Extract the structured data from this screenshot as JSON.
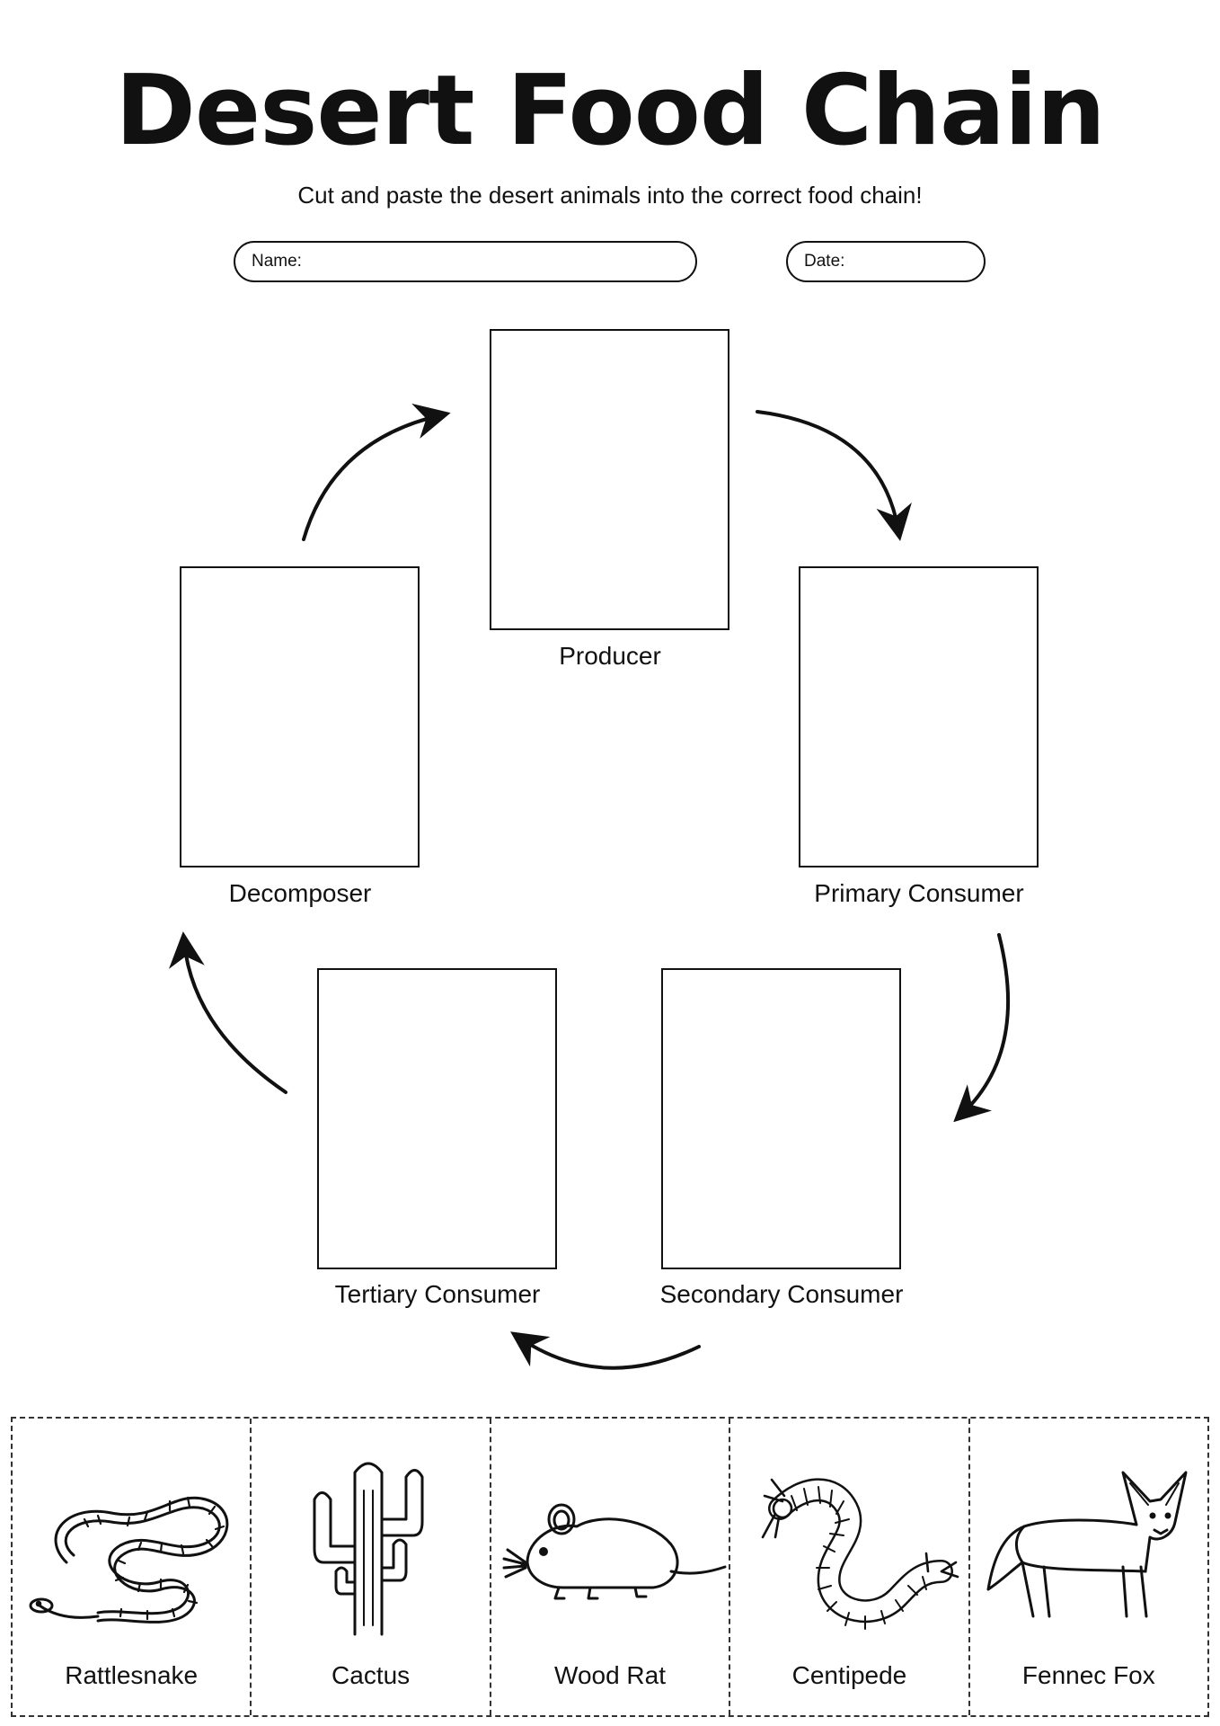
{
  "title": "Desert Food Chain",
  "subtitle": "Cut and paste the desert animals into the correct food chain!",
  "fields": {
    "name_label": "Name:",
    "name_value": "",
    "date_label": "Date:",
    "date_value": ""
  },
  "chain": {
    "producer": "Producer",
    "primary": "Primary Consumer",
    "secondary": "Secondary Consumer",
    "tertiary": "Tertiary Consumer",
    "decomposer": "Decomposer"
  },
  "cutouts": [
    {
      "label": "Rattlesnake",
      "icon": "rattlesnake-icon"
    },
    {
      "label": "Cactus",
      "icon": "cactus-icon"
    },
    {
      "label": "Wood Rat",
      "icon": "wood-rat-icon"
    },
    {
      "label": "Centipede",
      "icon": "centipede-icon"
    },
    {
      "label": "Fennec Fox",
      "icon": "fennec-fox-icon"
    }
  ]
}
